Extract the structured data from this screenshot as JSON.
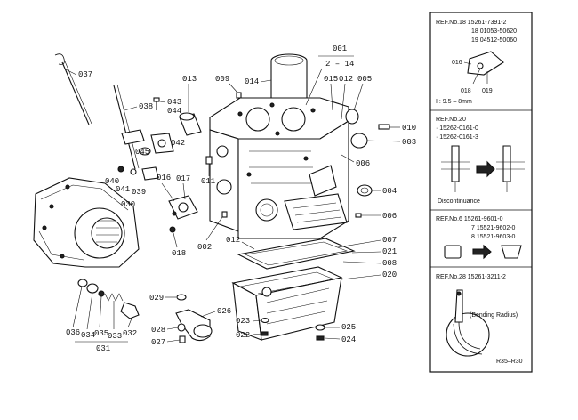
{
  "callouts": {
    "c001": "001",
    "c2_14": "2 – 14",
    "c003": "003",
    "c004": "004",
    "c005": "005",
    "c006a": "006",
    "c006b": "006",
    "c007": "007",
    "c008": "008",
    "c009": "009",
    "c010": "010",
    "c011": "011",
    "c012a": "012",
    "c012b": "012",
    "c013": "013",
    "c014": "014",
    "c015": "015",
    "c016": "016",
    "c017": "017",
    "c018": "018",
    "c020": "020",
    "c021": "021",
    "c022": "022",
    "c023": "023",
    "c024": "024",
    "c025": "025",
    "c026": "026",
    "c027": "027",
    "c028": "028",
    "c029": "029",
    "c030": "030",
    "c031": "031",
    "c032": "032",
    "c033": "033",
    "c034": "034",
    "c035": "035",
    "c036": "036",
    "c037": "037",
    "c038": "038",
    "c039": "039",
    "c040": "040",
    "c041": "041",
    "c042": "042",
    "c043": "043",
    "c044": "044",
    "c045": "045",
    "c002": "002"
  },
  "panels": {
    "p1": {
      "r1": "REF.No.18  15261-7391-2",
      "r2": "18  01053-50620",
      "r3": "19  04512-50060",
      "l016": "016",
      "l018": "018",
      "l019": "019",
      "note": "I : 9.5 – 8mm"
    },
    "p2": {
      "r1": "REF.No.20",
      "r2": "· 15262-0161-0",
      "r3": "· 15262-0161-3",
      "note": "Discontinuance"
    },
    "p3": {
      "r1": "REF.No.6  15261-9601-0",
      "r2": "7  15521-9602-0",
      "r3": "8  15521-9603-0"
    },
    "p4": {
      "r1": "REF.No.28  15261-3211-2",
      "note": "(Bending Radius)",
      "code": "R35–R30"
    }
  }
}
